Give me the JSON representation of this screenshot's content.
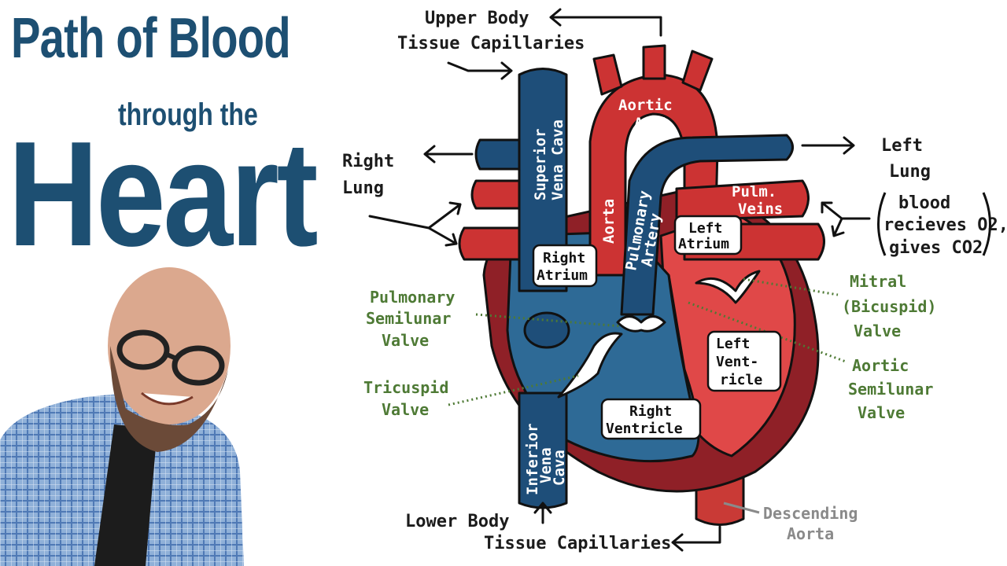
{
  "title": {
    "line1": "Path of Blood",
    "line2": "through the",
    "line3": "Heart"
  },
  "labels": {
    "upper_body_1": "Upper Body",
    "upper_body_2": "Tissue Capillaries",
    "right_lung_1": "Right",
    "right_lung_2": "Lung",
    "left_lung_1": "Left",
    "left_lung_2": "Lung",
    "left_lung_note_1": "blood",
    "left_lung_note_2": "recieves O2,",
    "left_lung_note_3": "gives CO2",
    "aortic_arch_1": "Aortic",
    "aortic_arch_2": "Arch",
    "superior_vena_cava_1": "Superior",
    "superior_vena_cava_2": "Vena Cava",
    "aorta": "Aorta",
    "pulmonary_artery_1": "Pulmonary",
    "pulmonary_artery_2": "Artery",
    "pulm_veins_1": "Pulm.",
    "pulm_veins_2": "Veins",
    "right_atrium_1": "Right",
    "right_atrium_2": "Atrium",
    "left_atrium_1": "Left",
    "left_atrium_2": "Atrium",
    "left_ventricle_1": "Left",
    "left_ventricle_2": "Vent-",
    "left_ventricle_3": "ricle",
    "right_ventricle_1": "Right",
    "right_ventricle_2": "Ventricle",
    "inferior_vena_cava_1": "Inferior",
    "inferior_vena_cava_2": "Vena",
    "inferior_vena_cava_3": "Cava",
    "pulmonary_semilunar_1": "Pulmonary",
    "pulmonary_semilunar_2": "Semilunar",
    "pulmonary_semilunar_3": "Valve",
    "tricuspid_1": "Tricuspid",
    "tricuspid_2": "Valve",
    "mitral_1": "Mitral",
    "mitral_2": "(Bicuspid)",
    "mitral_3": "Valve",
    "aortic_semilunar_1": "Aortic",
    "aortic_semilunar_2": "Semilunar",
    "aortic_semilunar_3": "Valve",
    "lower_body_1": "Lower Body",
    "lower_body_2": "Tissue Capillaries",
    "descending_aorta_1": "Descending",
    "descending_aorta_2": "Aorta"
  },
  "colors": {
    "title": "#1d4f72",
    "deoxygenated_blue": "#2e6a96",
    "vessel_blue": "#1e4e79",
    "oxygenated_red": "#cc3333",
    "outer_wall": "#8f2027",
    "valve_label_green": "#4e7a35"
  }
}
